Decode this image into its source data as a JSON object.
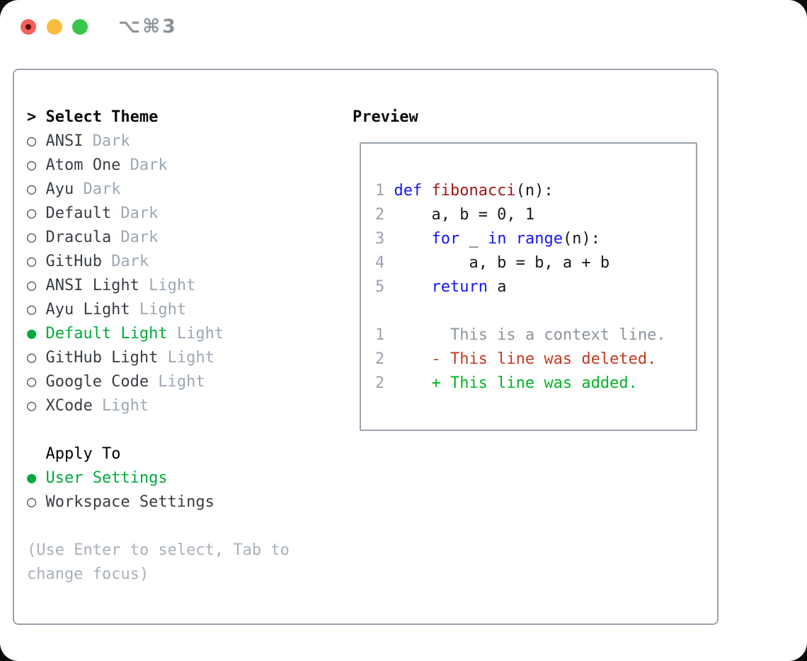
{
  "titlebar": {
    "shortcut": "⌥⌘3"
  },
  "selector": {
    "header": {
      "prefix": ">",
      "label": "Select Theme"
    },
    "themes": [
      {
        "marker": "○",
        "name": "ANSI",
        "tag": "Dark",
        "selected": false
      },
      {
        "marker": "○",
        "name": "Atom One",
        "tag": "Dark",
        "selected": false
      },
      {
        "marker": "○",
        "name": "Ayu",
        "tag": "Dark",
        "selected": false
      },
      {
        "marker": "○",
        "name": "Default",
        "tag": "Dark",
        "selected": false
      },
      {
        "marker": "○",
        "name": "Dracula",
        "tag": "Dark",
        "selected": false
      },
      {
        "marker": "○",
        "name": "GitHub",
        "tag": "Dark",
        "selected": false
      },
      {
        "marker": "○",
        "name": "ANSI Light",
        "tag": "Light",
        "selected": false
      },
      {
        "marker": "○",
        "name": "Ayu Light",
        "tag": "Light",
        "selected": false
      },
      {
        "marker": "●",
        "name": "Default Light",
        "tag": "Light",
        "selected": true
      },
      {
        "marker": "○",
        "name": "GitHub Light",
        "tag": "Light",
        "selected": false
      },
      {
        "marker": "○",
        "name": "Google Code",
        "tag": "Light",
        "selected": false
      },
      {
        "marker": "○",
        "name": "XCode",
        "tag": "Light",
        "selected": false
      }
    ],
    "apply_to": {
      "label": "Apply To",
      "options": [
        {
          "marker": "●",
          "name": "User Settings",
          "selected": true
        },
        {
          "marker": "○",
          "name": "Workspace Settings",
          "selected": false
        }
      ]
    },
    "help": {
      "line1": "(Use Enter to select, Tab to",
      "line2": "change focus)"
    }
  },
  "preview": {
    "label": "Preview",
    "code_lines": [
      {
        "num": "1",
        "segments": [
          "def ",
          "fibonacci",
          "(n):"
        ]
      },
      {
        "num": "2",
        "segments": [
          "    a, b = 0, 1"
        ]
      },
      {
        "num": "3",
        "segments": [
          "    ",
          "for",
          " _ ",
          "in",
          " ",
          "range",
          "(n):"
        ]
      },
      {
        "num": "4",
        "segments": [
          "        a, b = b, a + b"
        ]
      },
      {
        "num": "5",
        "segments": [
          "    ",
          "return",
          " a"
        ]
      }
    ],
    "diff_lines": [
      {
        "num": "1",
        "type": "context",
        "text": "      This is a context line."
      },
      {
        "num": "2",
        "type": "deleted",
        "text": "    - This line was deleted."
      },
      {
        "num": "2",
        "type": "added",
        "text": "    + This line was added."
      }
    ]
  },
  "colors": {
    "panel_border": "#9aa3ae",
    "selected_green": "#00ab3c",
    "keyword_blue": "#1414ff",
    "function_red": "#a31515",
    "diff_deleted_red": "#c43a20",
    "diff_added_green": "#00b526",
    "muted_gray": "#9da7b3",
    "traffic_red": "#f4605a",
    "traffic_yellow": "#f8bd3e",
    "traffic_green": "#36c64c"
  }
}
